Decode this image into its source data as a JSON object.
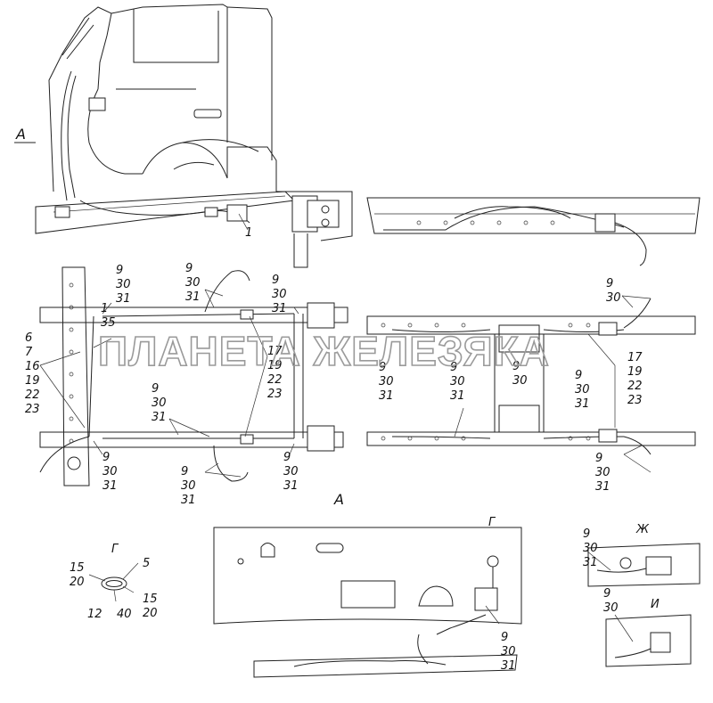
{
  "watermark": "ПЛАНЕТА ЖЕЛЕЗЯКА",
  "view_labels": {
    "a_left": "А",
    "a_bottom": "А",
    "g_detail": "Г",
    "g_panel": "Г",
    "zh_detail": "Ж",
    "i_detail": "И"
  },
  "callouts": {
    "t1": [
      "9",
      "30",
      "31"
    ],
    "t2": [
      "9",
      "30",
      "31"
    ],
    "t3": [
      "9",
      "30",
      "31"
    ],
    "t4": [
      "9",
      "30"
    ],
    "l1": [
      "6",
      "7",
      "16",
      "19",
      "22",
      "23"
    ],
    "l2": [
      "1",
      "35"
    ],
    "m1": [
      "17",
      "19",
      "22",
      "23"
    ],
    "m2": [
      "9",
      "30",
      "31"
    ],
    "m3": [
      "9",
      "30",
      "31"
    ],
    "m4": [
      "9",
      "30",
      "31"
    ],
    "b1": [
      "9",
      "30",
      "31"
    ],
    "b2": [
      "9",
      "30",
      "31"
    ],
    "b3": [
      "9",
      "30",
      "31"
    ],
    "r1": [
      "9",
      "30",
      "31"
    ],
    "r2": [
      "9",
      "30"
    ],
    "r3": [
      "17",
      "19",
      "22",
      "23"
    ],
    "r4": [
      "9",
      "30",
      "31"
    ],
    "g1": [
      "5"
    ],
    "g2": [
      "15",
      "20"
    ],
    "g3": [
      "15",
      "20"
    ],
    "g4": [
      "12"
    ],
    "g5": [
      "40"
    ],
    "p1": [
      "9",
      "30",
      "31"
    ],
    "zh1": [
      "9",
      "30",
      "31"
    ],
    "i1": [
      "9",
      "30"
    ]
  }
}
